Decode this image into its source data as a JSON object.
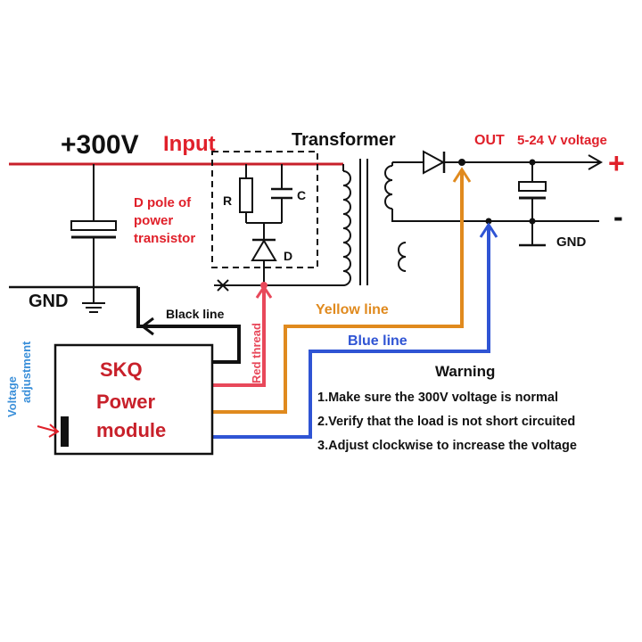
{
  "input": {
    "voltage": "+300V",
    "label": "Input"
  },
  "transformer_label": "Transformer",
  "output": {
    "label": "OUT",
    "range": "5-24 V voltage",
    "plus": "+",
    "minus": "-",
    "gnd": "GND"
  },
  "snubber": {
    "d_pole_line1": "D pole of",
    "d_pole_line2": "power",
    "d_pole_line3": "transistor",
    "r_label": "R",
    "c_label": "C",
    "d_label": "D"
  },
  "gnd_left": "GND",
  "module": {
    "line1": "SKQ",
    "line2": "Power",
    "line3": "module"
  },
  "voltage_adjustment": {
    "line1": "Voltage",
    "line2": "adjustment"
  },
  "wires": {
    "black": {
      "label": "Black line",
      "color": "#111111"
    },
    "red": {
      "label": "Red thread",
      "color": "#e8485a"
    },
    "yellow": {
      "label": "Yellow line",
      "color": "#e08a1e"
    },
    "blue": {
      "label": "Blue line",
      "color": "#2f54d4"
    }
  },
  "warning": {
    "title": "Warning",
    "items": [
      "1.Make sure the 300V voltage is normal",
      "2.Verify that the load is not short circuited",
      "3.Adjust clockwise to increase the voltage"
    ]
  },
  "colors": {
    "accent_red": "#e0202a",
    "input_line": "#c8202a",
    "blue_text": "#3a8fd9"
  }
}
